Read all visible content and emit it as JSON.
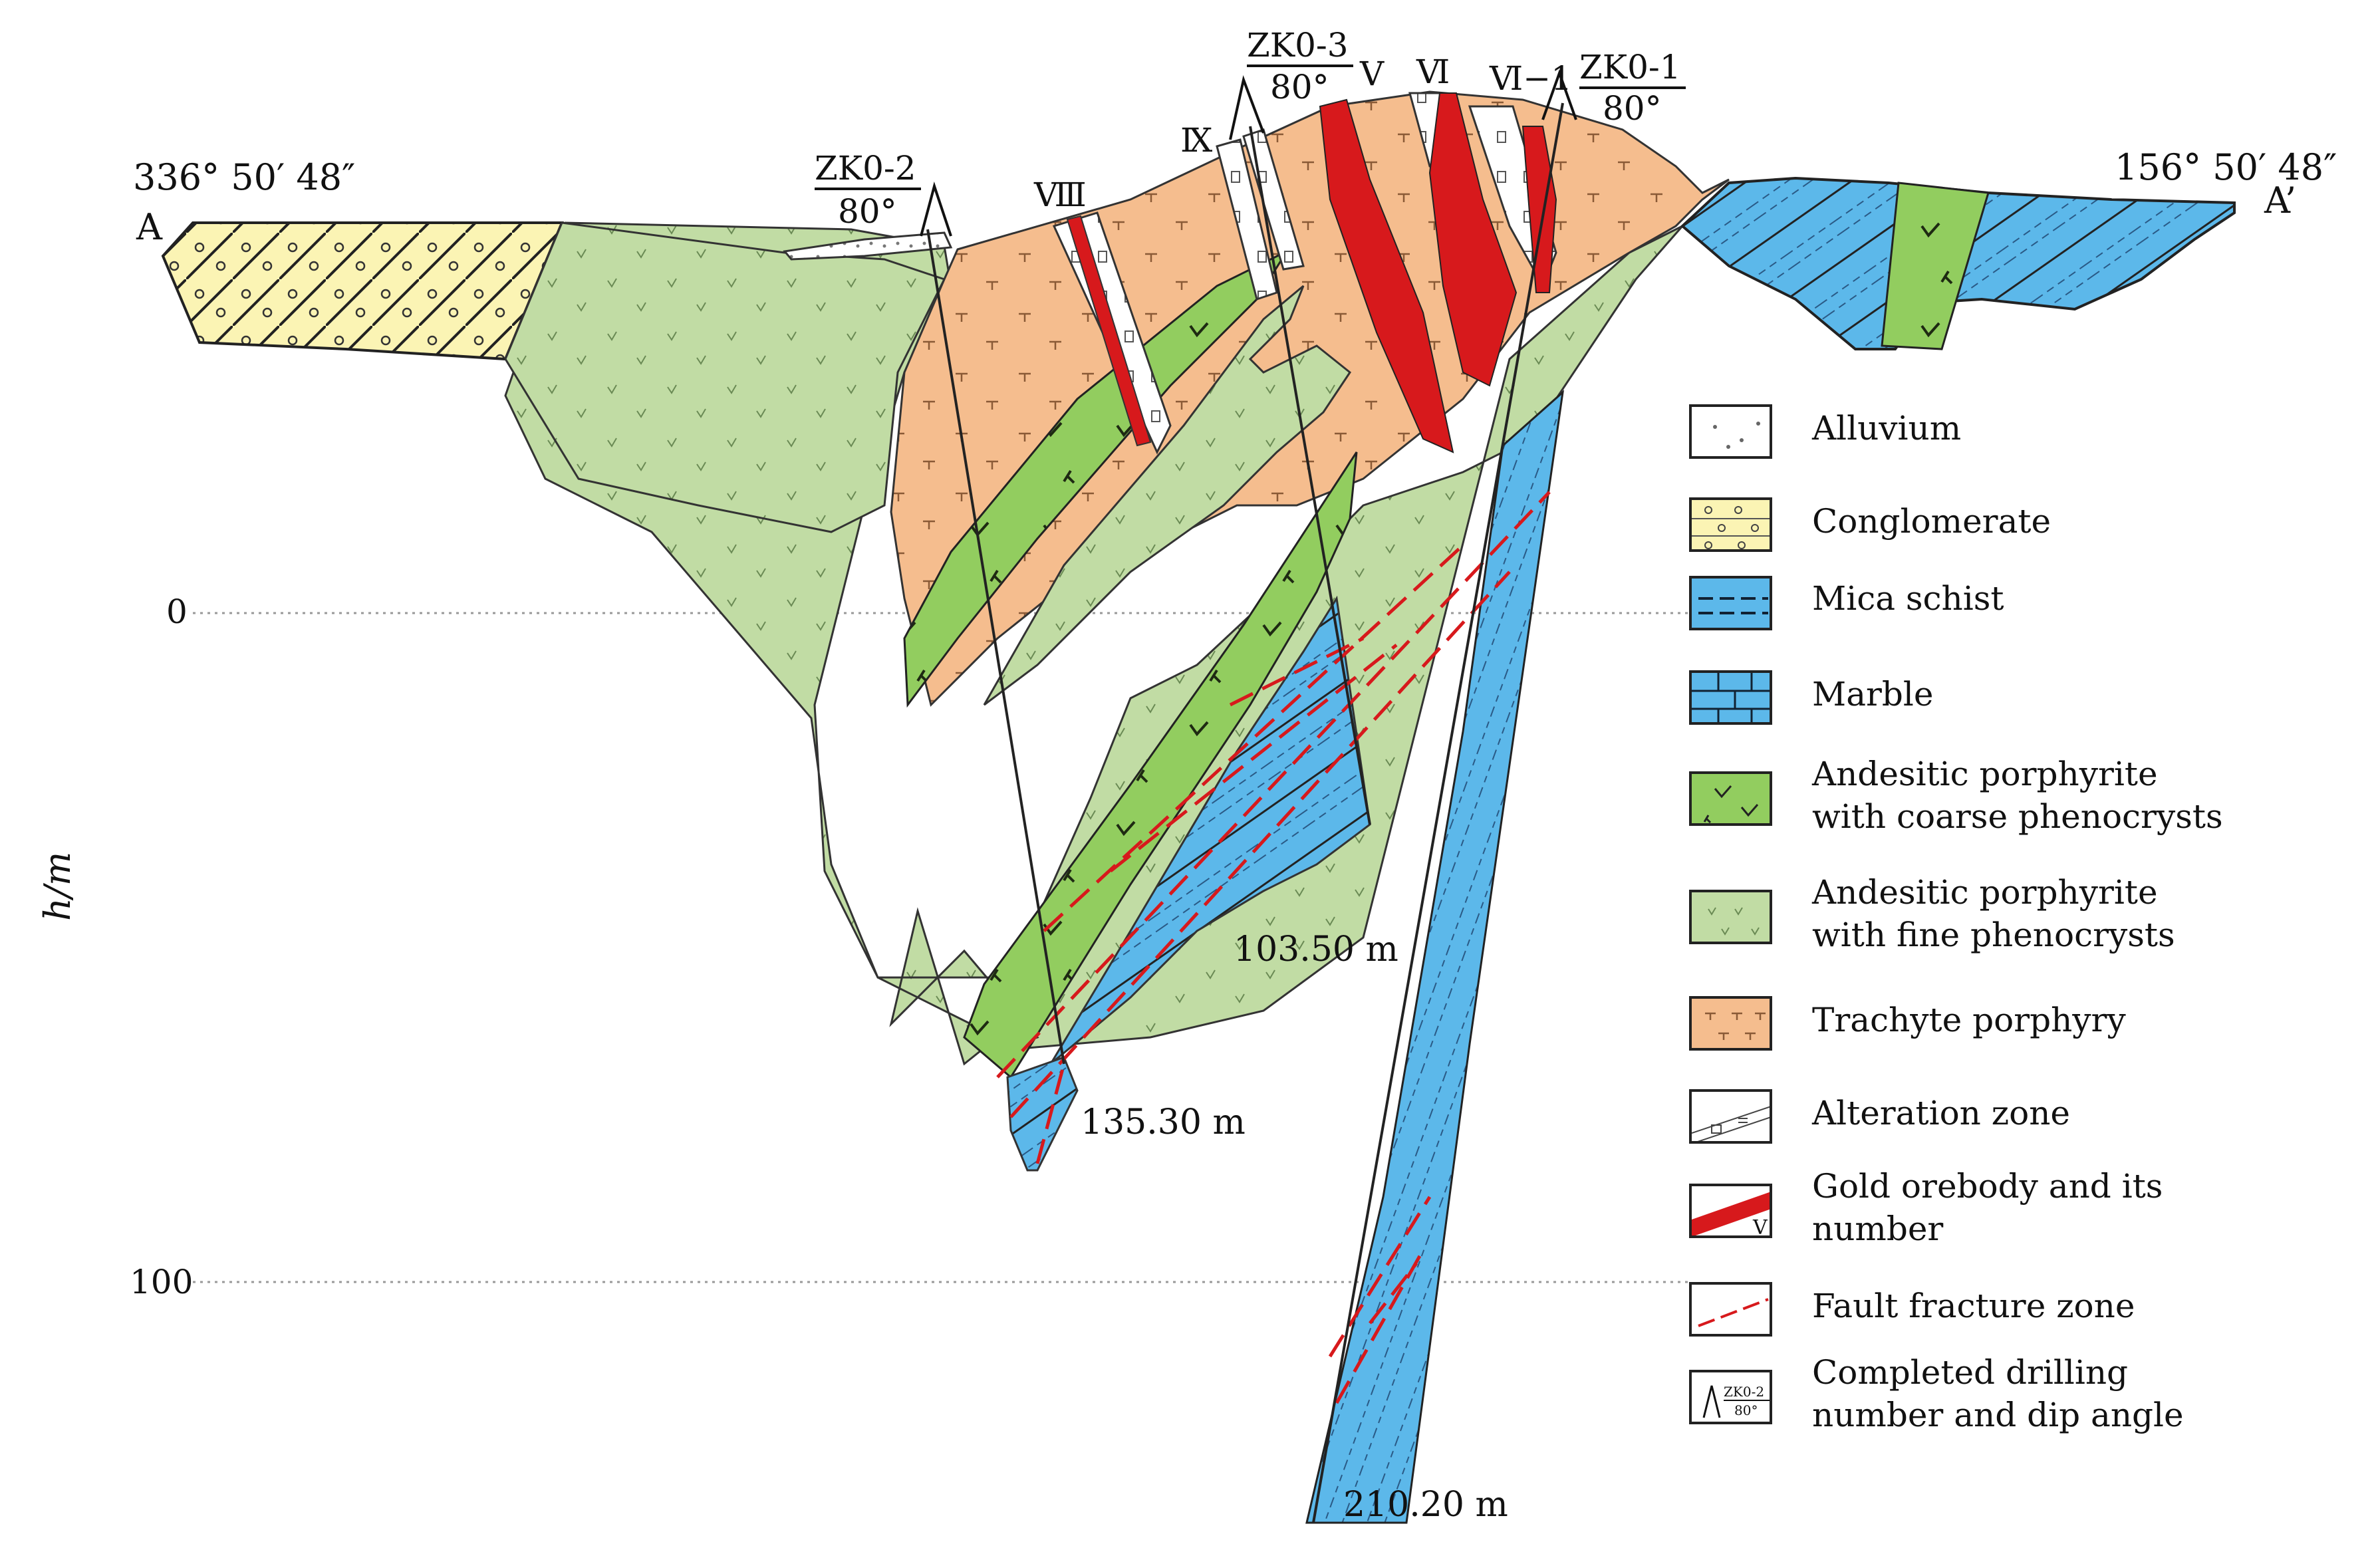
{
  "section": {
    "endpoint_left": "A",
    "endpoint_right": "A’",
    "azimuth_left": "336°  50′  48″",
    "azimuth_right": "156°  50′  48″"
  },
  "axis": {
    "label": "h/m",
    "ticks": [
      "0",
      "100"
    ]
  },
  "drillholes": [
    {
      "id": "ZK0-2",
      "angle": "80°",
      "final_depth": "135.30 m"
    },
    {
      "id": "ZK0-3",
      "angle": "80°",
      "final_depth": "103.50 m"
    },
    {
      "id": "ZK0-1",
      "angle": "80°",
      "final_depth": "210.20 m"
    }
  ],
  "orebodies": [
    "Ⅸ",
    "Ⅷ",
    "Ⅴ",
    "Ⅵ",
    "Ⅵ−1"
  ],
  "legend": [
    {
      "key": "alluvium",
      "label": "Alluvium"
    },
    {
      "key": "conglomerate",
      "label": "Conglomerate"
    },
    {
      "key": "mica_schist",
      "label": "Mica  schist"
    },
    {
      "key": "marble",
      "label": "Marble"
    },
    {
      "key": "andesite_coarse",
      "label": "Andesitic porphyrite\nwith coarse phenocrysts"
    },
    {
      "key": "andesite_fine",
      "label": "Andesitic porphyrite\nwith fine phenocrysts"
    },
    {
      "key": "trachyte",
      "label": "Trachyte porphyry"
    },
    {
      "key": "alteration",
      "label": "Alteration zone"
    },
    {
      "key": "orebody",
      "label": "Gold orebody and its\nnumber",
      "swatch_text": "Ⅴ"
    },
    {
      "key": "fault",
      "label": "Fault fracture zone"
    },
    {
      "key": "drill",
      "label": "Completed drilling\nnumber and dip angle",
      "swatch_text": "ZK0-2",
      "swatch_angle": "80°"
    }
  ],
  "colors": {
    "trachyte": "#f5bd8e",
    "andesite_fine": "#c1dca4",
    "andesite_coarse": "#92cd5f",
    "schist_marble": "#5cb8ea",
    "conglomerate": "#fbf4b4",
    "orebody": "#d7191c",
    "fault": "#d7191c"
  }
}
